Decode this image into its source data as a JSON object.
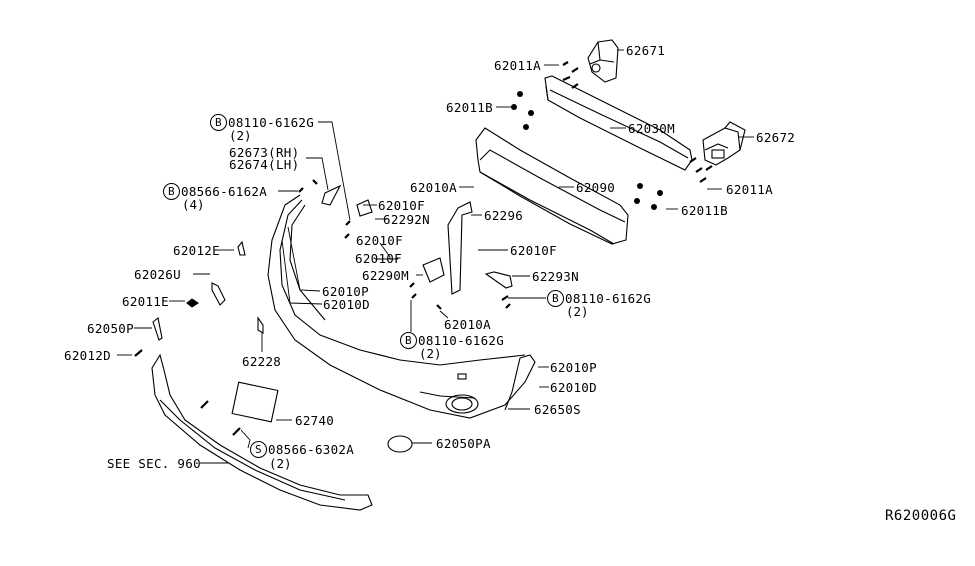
{
  "diagram": {
    "reference_code": "R620006G",
    "parts": [
      {
        "id": "p62671",
        "number": "62671"
      },
      {
        "id": "p62011A_top",
        "number": "62011A"
      },
      {
        "id": "p62011B_top",
        "number": "62011B"
      },
      {
        "id": "p62030M",
        "number": "62030M"
      },
      {
        "id": "p62672",
        "number": "62672"
      },
      {
        "id": "p62011A_right",
        "number": "62011A"
      },
      {
        "id": "p62011B_right",
        "number": "62011B"
      },
      {
        "id": "p62090",
        "number": "62090"
      },
      {
        "id": "p62010A_top",
        "number": "62010A"
      },
      {
        "id": "p08110_top",
        "number": "08110-6162G",
        "marker": "B",
        "qty": "(2)"
      },
      {
        "id": "p62673",
        "number": "62673(RH)"
      },
      {
        "id": "p62674",
        "number": "62674(LH)"
      },
      {
        "id": "p08566_6162A",
        "number": "08566-6162A",
        "marker": "B",
        "qty": "(4)"
      },
      {
        "id": "p62010F_1",
        "number": "62010F"
      },
      {
        "id": "p62292N",
        "number": "62292N"
      },
      {
        "id": "p62296",
        "number": "62296"
      },
      {
        "id": "p62010F_2",
        "number": "62010F"
      },
      {
        "id": "p62010F_3",
        "number": "62010F"
      },
      {
        "id": "p62010F_4",
        "number": "62010F"
      },
      {
        "id": "p62290M",
        "number": "62290M"
      },
      {
        "id": "p62293N",
        "number": "62293N"
      },
      {
        "id": "p62012E",
        "number": "62012E"
      },
      {
        "id": "p62026U",
        "number": "62026U"
      },
      {
        "id": "p62010P_left",
        "number": "62010P"
      },
      {
        "id": "p62010D_left",
        "number": "62010D"
      },
      {
        "id": "p08110_right",
        "number": "08110-6162G",
        "marker": "B",
        "qty": "(2)"
      },
      {
        "id": "p62011E",
        "number": "62011E"
      },
      {
        "id": "p62010A_mid",
        "number": "62010A"
      },
      {
        "id": "p62050P",
        "number": "62050P"
      },
      {
        "id": "p08110_mid",
        "number": "08110-6162G",
        "marker": "B",
        "qty": "(2)"
      },
      {
        "id": "p62012D",
        "number": "62012D"
      },
      {
        "id": "p62228",
        "number": "62228"
      },
      {
        "id": "p62010P_right",
        "number": "62010P"
      },
      {
        "id": "p62010D_right",
        "number": "62010D"
      },
      {
        "id": "p62740",
        "number": "62740"
      },
      {
        "id": "p62650S",
        "number": "62650S"
      },
      {
        "id": "p08566_6302A",
        "number": "08566-6302A",
        "marker": "S",
        "qty": "(2)"
      },
      {
        "id": "p62050PA",
        "number": "62050PA"
      },
      {
        "id": "see_sec",
        "number": "SEE SEC. 960"
      }
    ]
  }
}
